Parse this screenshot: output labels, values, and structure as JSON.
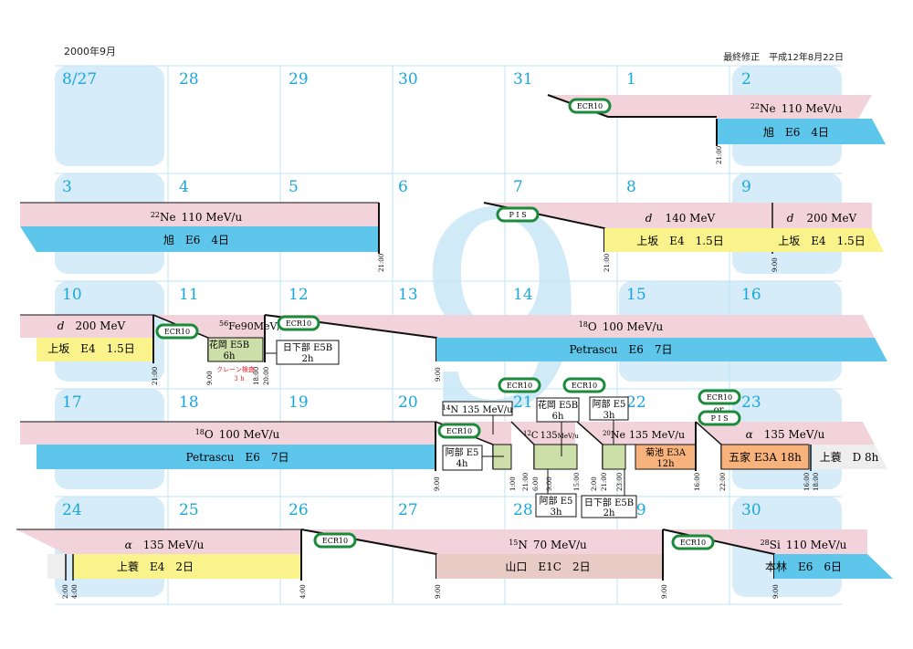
{
  "header": {
    "month_label": "2000年9月",
    "revised_label": "最終修正　平成12年8月22日"
  },
  "colors": {
    "cell_blue": "#d6ecf8",
    "day_number": "#1aa7dc",
    "ion_band": "#f2d3dc",
    "blue_bar": "#5ec6ea",
    "yellow_bar": "#faf38c",
    "green_bar": "#cddfa9",
    "orange_bar": "#f8b27c",
    "brown_bar": "#e9cbc6",
    "ecr_green": "#1b8a3a",
    "big_nine": "#c8e7f7"
  },
  "background_digit": "9",
  "weeks": [
    {
      "days": [
        "8/27",
        "28",
        "29",
        "30",
        "31",
        "1",
        "2"
      ]
    },
    {
      "days": [
        "3",
        "4",
        "5",
        "6",
        "7",
        "8",
        "9"
      ]
    },
    {
      "days": [
        "10",
        "11",
        "12",
        "13",
        "14",
        "15",
        "16"
      ]
    },
    {
      "days": [
        "17",
        "18",
        "19",
        "20",
        "21",
        "22",
        "23"
      ]
    },
    {
      "days": [
        "24",
        "25",
        "26",
        "27",
        "28",
        "29",
        "30"
      ]
    }
  ],
  "beams": {
    "ne22_a": {
      "mass": "22",
      "ion": "Ne",
      "energy": "110 MeV/u"
    },
    "ne22_b": {
      "mass": "22",
      "ion": "Ne",
      "energy": "110 MeV/u"
    },
    "d140": {
      "ion": "d",
      "energy": "140 MeV"
    },
    "d200a": {
      "ion": "d",
      "energy": "200 MeV"
    },
    "d200b": {
      "ion": "d",
      "energy": "200 MeV"
    },
    "fe56": {
      "mass": "56",
      "ion": "Fe",
      "energy": "90MeV/u"
    },
    "o18a": {
      "mass": "18",
      "ion": "O",
      "energy": "100 MeV/u"
    },
    "o18b": {
      "mass": "18",
      "ion": "O",
      "energy": "100 MeV/u"
    },
    "n14": {
      "mass": "14",
      "ion": "N",
      "energy": "135 MeV/u"
    },
    "c12": {
      "mass": "12",
      "ion": "C",
      "energy": "135",
      "unit": "MeV/u"
    },
    "ne20": {
      "mass": "20",
      "ion": "Ne",
      "energy": "135 MeV/u"
    },
    "alpha_a": {
      "ion": "α",
      "energy": "135 MeV/u"
    },
    "alpha_b": {
      "ion": "α",
      "energy": "135 MeV/u"
    },
    "n15": {
      "mass": "15",
      "ion": "N",
      "energy": "70 MeV/u"
    },
    "si28": {
      "mass": "28",
      "ion": "Si",
      "energy": "110 MeV/u"
    }
  },
  "experiments": {
    "asahi_a": "旭　E6　4日",
    "asahi_b": "旭　E6　4日",
    "uesaka_a": "上坂　E4　1.5日",
    "uesaka_b": "上坂　E4　1.5日",
    "uesaka_c": "上坂　E4　1.5日",
    "hanaoka_1": "花岡 E5B",
    "hanaoka_1h": "6h",
    "kusakabe_1": "日下部 E5B",
    "kusakabe_1h": "2h",
    "petrascu_a": "Petrascu　E6　7日",
    "petrascu_b": "Petrascu　E6　7日",
    "abe_1": "阿部 E5",
    "abe_1h": "4h",
    "hanaoka_2": "花岡 E5B",
    "hanaoka_2h": "6h",
    "abe_2": "阿部 E5",
    "abe_2h": "3h",
    "abe_3": "阿部 E5",
    "abe_3h": "3h",
    "kusakabe_2": "日下部 E5B",
    "kusakabe_2h": "2h",
    "kikuchi": "菊池 E3A",
    "kikuchi_h": "12h",
    "goka": "五家 E3A 18h",
    "uesaka_d": "上蓑　D 8h",
    "uesaka_e": "上蓑　E4　2日",
    "yamaguchi": "山口　E1C　2日",
    "motobayashi": "本林　E6　6日"
  },
  "crane_note": {
    "line1": "クレーン検査",
    "line2": "3 h"
  },
  "badges": {
    "ecr": "ECR10",
    "pis": "P I S",
    "or": "or"
  },
  "times": {
    "w1_21": "21:00",
    "w2_21": "21:00",
    "w2_21b": "21:00",
    "w2_9": "9:00",
    "w3_21": "21:00",
    "w3_9a": "9:00",
    "w3_18": "18:00",
    "w3_20": "20:00",
    "w3_9b": "9:00",
    "w4_9": "9:00",
    "w4_1": "1:00",
    "w4_21": "21:00",
    "w4_6": "6:00",
    "w4_9b": "9:00",
    "w4_15": "15:00",
    "w4_2": "2:00",
    "w4_21b": "21:00",
    "w4_23": "23:00",
    "w4_16": "16:00",
    "w4_22": "22:00",
    "w4_16b": "16:00",
    "w4_18": "18:00",
    "w5_2": "2:00",
    "w5_4": "4:00",
    "w5_4b": "4:00",
    "w5_9": "9:00",
    "w5_9b": "9:00",
    "w5_9c": "9:00"
  }
}
